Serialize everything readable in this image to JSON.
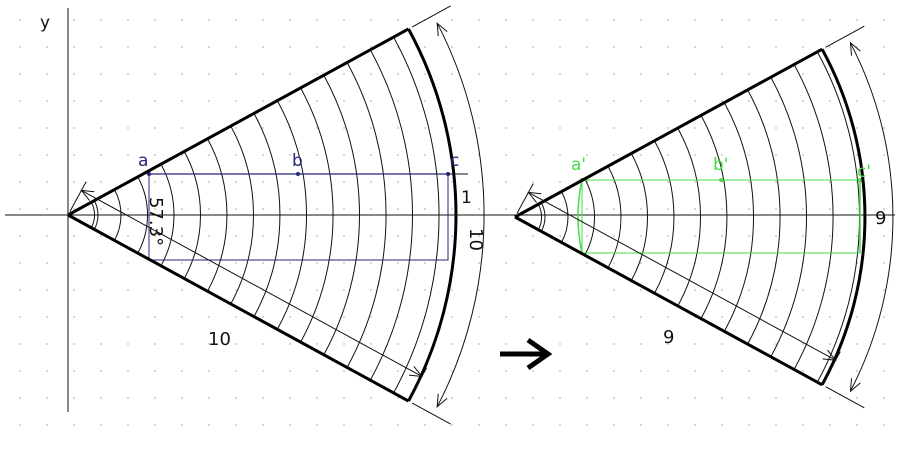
{
  "axes": {
    "y_label": "y"
  },
  "left_sector": {
    "points": [
      "a",
      "b",
      "c"
    ],
    "angle_label": "57.3°",
    "radius_label": "10",
    "arc_label": "10",
    "height_label": "1"
  },
  "right_sector": {
    "points": [
      "a'",
      "b'",
      "c'"
    ],
    "radius_label": "9",
    "arc_label": "9"
  },
  "arrow": "→",
  "colors": {
    "ink": "#111111",
    "blue": "#26267a",
    "green": "#44dd44",
    "dot": "#bbbbbb"
  }
}
